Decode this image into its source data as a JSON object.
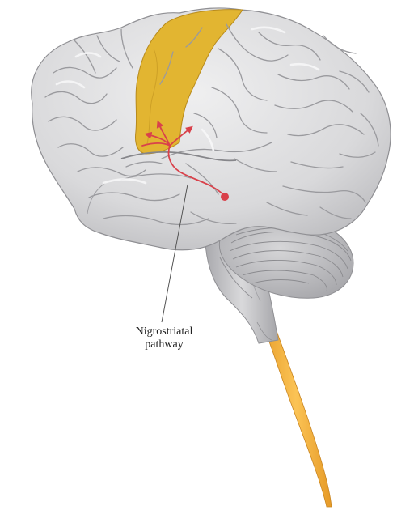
{
  "diagram": {
    "label": {
      "line1": "Nigrostriatal",
      "line2": "pathway"
    },
    "colors": {
      "background": "#ffffff",
      "brain_fill": "#dcdcdd",
      "brain_highlight": "#eeeeef",
      "brain_shadow": "#b9b9bc",
      "sulcus": "#9a9a9e",
      "motor_cortex": "#e2b531",
      "spinal_cord": "#f4b43e",
      "pathway": "#d9414b",
      "leader_line": "#555555"
    },
    "icons": [
      "brain-illustration",
      "pathway-arrows",
      "spinal-cord"
    ]
  }
}
